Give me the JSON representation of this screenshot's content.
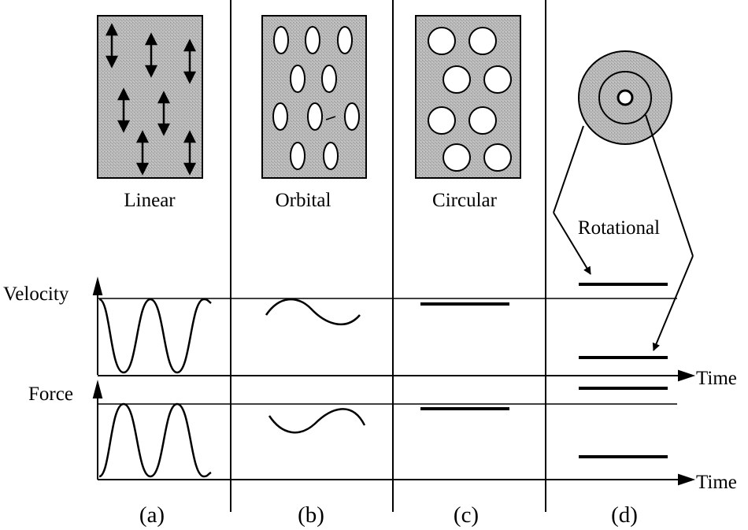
{
  "panels": {
    "a": {
      "name": "Linear",
      "caption": "(a)"
    },
    "b": {
      "name": "Orbital",
      "caption": "(b)"
    },
    "c": {
      "name": "Circular",
      "caption": "(c)"
    },
    "d": {
      "name": "Rotational",
      "caption": "(d)"
    }
  },
  "axes": {
    "velocity": "Velocity",
    "force": "Force",
    "time": "Time"
  },
  "colors": {
    "ink": "#000000",
    "block_fill": "#b8b8b8",
    "hole_fill": "#ffffff"
  }
}
